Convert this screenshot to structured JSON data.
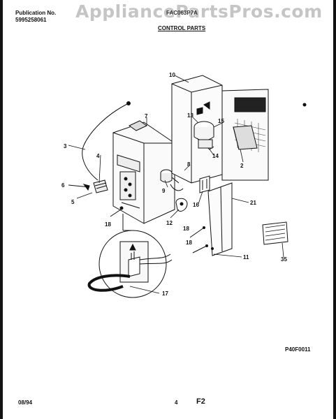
{
  "header": {
    "publication_label": "Publication No.",
    "publication_number": "5995258061",
    "model": "FAC063P7A",
    "section_title": "CONTROL PARTS"
  },
  "watermark": "AppliancePartsPros.com",
  "callouts": [
    "10",
    "13",
    "15",
    "7",
    "2",
    "14",
    "3",
    "4",
    "8",
    "6",
    "9",
    "5",
    "16",
    "21",
    "12",
    "18",
    "18",
    "18",
    "11",
    "35",
    "17"
  ],
  "footer": {
    "date": "08/94",
    "page": "4",
    "code": "F2"
  },
  "figure_code": "P40F0011"
}
